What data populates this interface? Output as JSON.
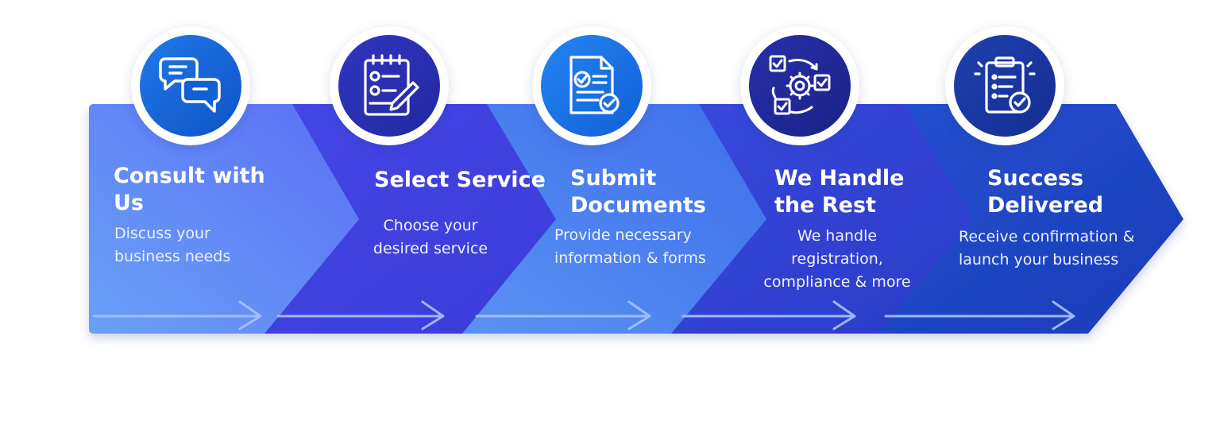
{
  "steps": [
    {
      "title": "Consult with Us",
      "description": "Discuss your business needs",
      "icon": "chat-bubbles-icon",
      "panel_color": "#5b86f5",
      "circle_color": "#1565d8"
    },
    {
      "title": "Select Service",
      "description": "Choose your desired service",
      "icon": "checklist-pencil-icon",
      "panel_color": "#3f3fe0",
      "circle_color": "#2a2fb0"
    },
    {
      "title": "Submit Documents",
      "description": "Provide necessary information & forms",
      "icon": "document-check-icon",
      "panel_color": "#4a80f0",
      "circle_color": "#1a6ee0"
    },
    {
      "title": "We Handle the Rest",
      "description": "We handle registration, compliance & more",
      "icon": "gear-cycle-icon",
      "panel_color": "#3340d6",
      "circle_color": "#1f2a9c"
    },
    {
      "title": "Success Delivered",
      "description": "Receive confirmation & launch your business",
      "icon": "clipboard-check-icon",
      "panel_color": "#1f45c6",
      "circle_color": "#1a3aa8"
    }
  ]
}
